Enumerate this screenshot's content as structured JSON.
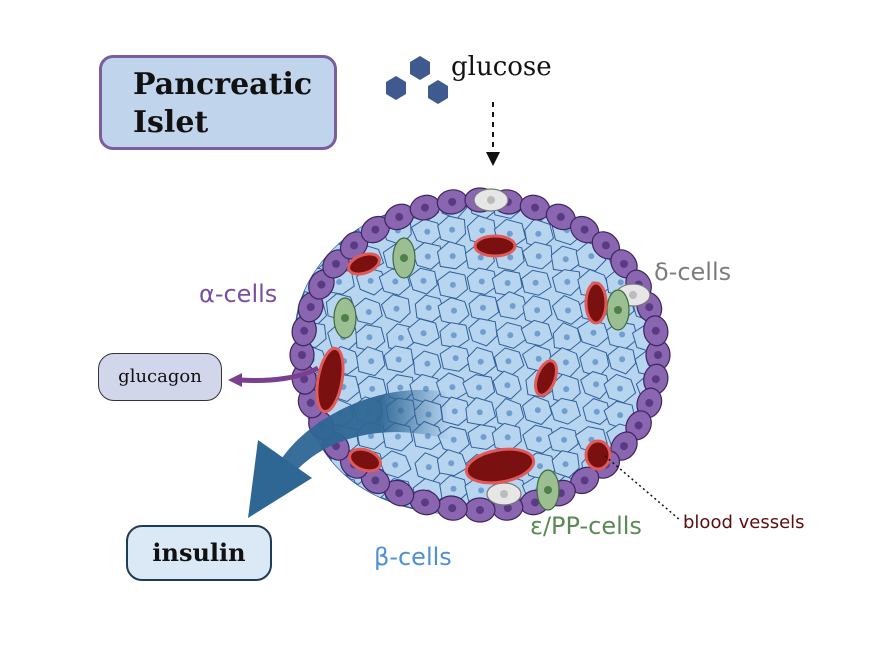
{
  "title": {
    "line1": "Pancreatic",
    "line2": "Islet"
  },
  "labels": {
    "glucose": "glucose",
    "alpha_cells": "α-cells",
    "delta_cells": "δ-cells",
    "beta_cells": "β-cells",
    "epsilon_pp_cells": "ε/PP-cells",
    "blood_vessels": "blood vessels",
    "glucagon": "glucagon",
    "insulin": "insulin"
  },
  "colors": {
    "alpha": "#8a66b0",
    "beta": "#b8d5f0",
    "delta": "#e6e6e6",
    "epsilon_pp": "#9bbf92",
    "vessel": "#7a1010",
    "glucose": "#3e5a8e",
    "insulin_arrow": "#2e6694",
    "glucagon_arrow": "#7a3f8f"
  }
}
